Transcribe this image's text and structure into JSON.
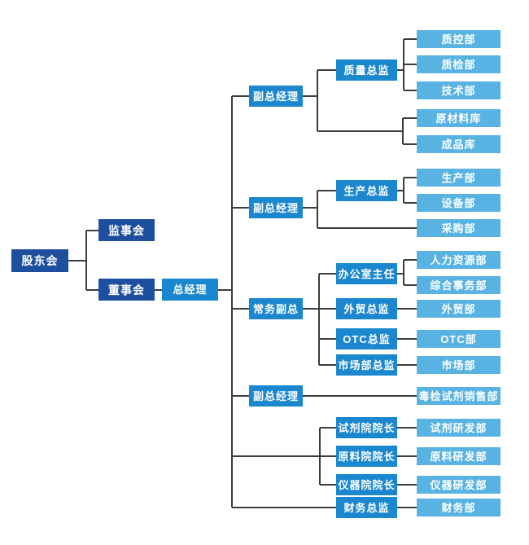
{
  "colors": {
    "level1": "#1d4f9e",
    "level2": "#1a87ce",
    "level3": "#58b3e3",
    "line": "#3c3c3c",
    "background": "#ffffff",
    "text": "#ffffff"
  },
  "nodes": {
    "shareholders": {
      "label": "股东会",
      "level": 1
    },
    "supervisory_board": {
      "label": "监事会",
      "level": 1
    },
    "board_of_directors": {
      "label": "董事会",
      "level": 1
    },
    "general_manager": {
      "label": "总经理",
      "level": 2
    },
    "deputy_gm_1": {
      "label": "副总经理",
      "level": 2
    },
    "deputy_gm_2": {
      "label": "副总经理",
      "level": 2
    },
    "executive_deputy_gm": {
      "label": "常务副总",
      "level": 2
    },
    "deputy_gm_3": {
      "label": "副总经理",
      "level": 2
    },
    "quality_director": {
      "label": "质量总监",
      "level": 2
    },
    "production_director": {
      "label": "生产总监",
      "level": 2
    },
    "office_director": {
      "label": "办公室主任",
      "level": 2
    },
    "foreign_trade_director": {
      "label": "外贸总监",
      "level": 2
    },
    "otc_director": {
      "label": "OTC总监",
      "level": 2
    },
    "marketing_director": {
      "label": "市场部总监",
      "level": 2
    },
    "reagent_institute_dean": {
      "label": "试剂院院长",
      "level": 2
    },
    "material_institute_dean": {
      "label": "原料院院长",
      "level": 2
    },
    "instrument_institute_dean": {
      "label": "仪器院院长",
      "level": 2
    },
    "finance_director": {
      "label": "财务总监",
      "level": 2
    },
    "qc_dept": {
      "label": "质控部",
      "level": 3
    },
    "inspection_dept": {
      "label": "质检部",
      "level": 3
    },
    "technology_dept": {
      "label": "技术部",
      "level": 3
    },
    "raw_material_warehouse": {
      "label": "原材料库",
      "level": 3
    },
    "finished_goods_warehouse": {
      "label": "成品库",
      "level": 3
    },
    "production_dept": {
      "label": "生产部",
      "level": 3
    },
    "equipment_dept": {
      "label": "设备部",
      "level": 3
    },
    "purchasing_dept": {
      "label": "采购部",
      "level": 3
    },
    "hr_dept": {
      "label": "人力资源部",
      "level": 3
    },
    "general_affairs_dept": {
      "label": "综合事务部",
      "level": 3
    },
    "foreign_trade_dept": {
      "label": "外贸部",
      "level": 3
    },
    "otc_dept": {
      "label": "OTC部",
      "level": 3
    },
    "marketing_dept": {
      "label": "市场部",
      "level": 3
    },
    "toxin_reagent_sales_dept": {
      "label": "毒检试剂销售部",
      "level": 3
    },
    "reagent_rd_dept": {
      "label": "试剂研发部",
      "level": 3
    },
    "material_rd_dept": {
      "label": "原料研发部",
      "level": 3
    },
    "instrument_rd_dept": {
      "label": "仪器研发部",
      "level": 3
    },
    "finance_dept": {
      "label": "财务部",
      "level": 3
    }
  },
  "edges": [
    {
      "from": "shareholders",
      "to": "supervisory_board"
    },
    {
      "from": "shareholders",
      "to": "board_of_directors"
    },
    {
      "from": "board_of_directors",
      "to": "general_manager"
    },
    {
      "from": "general_manager",
      "to": "deputy_gm_1"
    },
    {
      "from": "general_manager",
      "to": "deputy_gm_2"
    },
    {
      "from": "general_manager",
      "to": "executive_deputy_gm"
    },
    {
      "from": "general_manager",
      "to": "deputy_gm_3"
    },
    {
      "from": "general_manager",
      "to": "reagent_institute_dean"
    },
    {
      "from": "general_manager",
      "to": "material_institute_dean"
    },
    {
      "from": "general_manager",
      "to": "instrument_institute_dean"
    },
    {
      "from": "general_manager",
      "to": "finance_director"
    },
    {
      "from": "deputy_gm_1",
      "to": "quality_director"
    },
    {
      "from": "deputy_gm_1",
      "to": "raw_material_warehouse"
    },
    {
      "from": "deputy_gm_1",
      "to": "finished_goods_warehouse"
    },
    {
      "from": "quality_director",
      "to": "qc_dept"
    },
    {
      "from": "quality_director",
      "to": "inspection_dept"
    },
    {
      "from": "quality_director",
      "to": "technology_dept"
    },
    {
      "from": "deputy_gm_2",
      "to": "production_director"
    },
    {
      "from": "deputy_gm_2",
      "to": "purchasing_dept"
    },
    {
      "from": "production_director",
      "to": "production_dept"
    },
    {
      "from": "production_director",
      "to": "equipment_dept"
    },
    {
      "from": "executive_deputy_gm",
      "to": "office_director"
    },
    {
      "from": "executive_deputy_gm",
      "to": "foreign_trade_director"
    },
    {
      "from": "executive_deputy_gm",
      "to": "otc_director"
    },
    {
      "from": "executive_deputy_gm",
      "to": "marketing_director"
    },
    {
      "from": "office_director",
      "to": "hr_dept"
    },
    {
      "from": "office_director",
      "to": "general_affairs_dept"
    },
    {
      "from": "foreign_trade_director",
      "to": "foreign_trade_dept"
    },
    {
      "from": "otc_director",
      "to": "otc_dept"
    },
    {
      "from": "marketing_director",
      "to": "marketing_dept"
    },
    {
      "from": "deputy_gm_3",
      "to": "toxin_reagent_sales_dept"
    },
    {
      "from": "reagent_institute_dean",
      "to": "reagent_rd_dept"
    },
    {
      "from": "material_institute_dean",
      "to": "material_rd_dept"
    },
    {
      "from": "instrument_institute_dean",
      "to": "instrument_rd_dept"
    },
    {
      "from": "finance_director",
      "to": "finance_dept"
    }
  ]
}
